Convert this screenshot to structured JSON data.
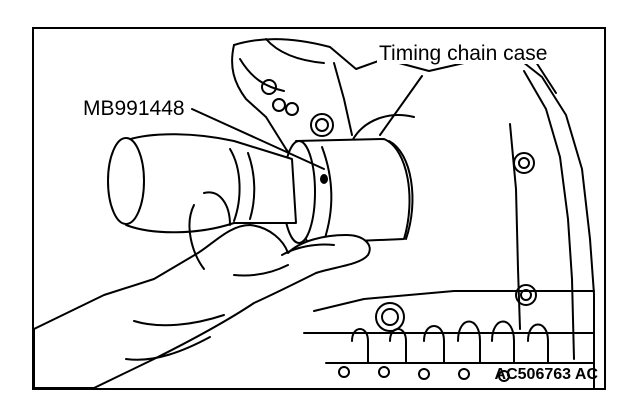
{
  "figure": {
    "labels": {
      "case": "Timing chain case",
      "tool": "MB991448",
      "code": "AC506763 AC"
    }
  }
}
